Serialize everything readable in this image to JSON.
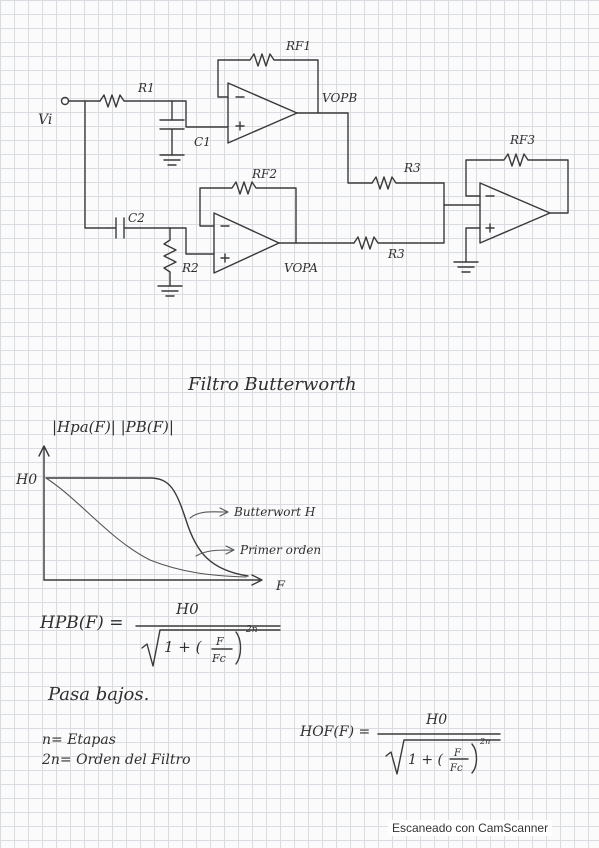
{
  "circuit": {
    "input_label": "Vi",
    "r1": "R1",
    "c1": "C1",
    "rf1": "RF1",
    "vopb": "VOPB",
    "c2": "C2",
    "r2": "R2",
    "rf2": "RF2",
    "vopa": "VOPA",
    "r3_top": "R3",
    "r3_bottom": "R3",
    "rf3": "RF3"
  },
  "graph": {
    "title": "Filtro Butterworth",
    "ylabel": "|Hpa(F)| |PB(F)|",
    "h0_label": "H0",
    "xlabel": "F",
    "label_butterworth": "Butterwort H",
    "label_primer": "Primer orden"
  },
  "formula1": {
    "lhs": "HPB(F) =",
    "numerator": "H0",
    "one_plus": "1 + (",
    "f": "F",
    "fc": "Fc",
    "exp": "2n"
  },
  "notes": {
    "pasa_bajos": "Pasa bajos.",
    "line1": "n= Etapas",
    "line2": "2n= Orden del Filtro"
  },
  "formula2": {
    "lhs": "HOF(F) =",
    "numerator": "H0",
    "one_plus": "1 + (",
    "f": "F",
    "fc": "Fc",
    "exp": "2n"
  },
  "footer": "Escaneado con CamScanner"
}
